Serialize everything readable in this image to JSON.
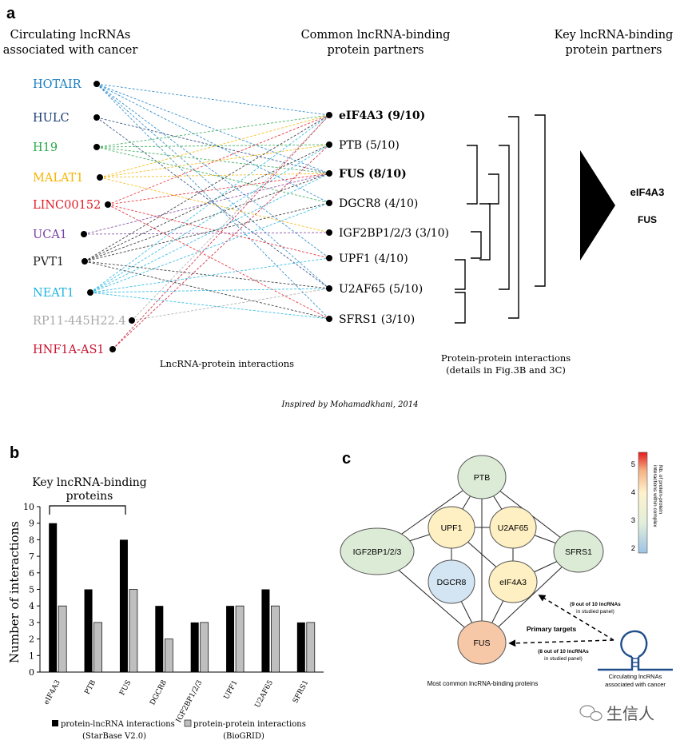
{
  "panel_a": {
    "letter": "a",
    "col_left_title": [
      "Circulating lncRNAs",
      "associated with cancer"
    ],
    "col_mid_title": [
      "Common lncRNA-binding",
      "protein partners"
    ],
    "col_right_title": [
      "Key lncRNA-binding",
      "protein partners"
    ],
    "lncrnas": [
      {
        "id": "HOTAIR",
        "label": "HOTAIR",
        "color": "#1a7fc4"
      },
      {
        "id": "HULC",
        "label": "HULC",
        "color": "#1b3c73"
      },
      {
        "id": "H19",
        "label": "H19",
        "color": "#2aa84a"
      },
      {
        "id": "MALAT1",
        "label": "MALAT1",
        "color": "#f5b400"
      },
      {
        "id": "LINC00152",
        "label": "LINC00152",
        "color": "#e31b23"
      },
      {
        "id": "UCA1",
        "label": "UCA1",
        "color": "#7b3fa0"
      },
      {
        "id": "PVT1",
        "label": "PVT1",
        "color": "#222222"
      },
      {
        "id": "NEAT1",
        "label": "NEAT1",
        "color": "#1cb5e0"
      },
      {
        "id": "RP11",
        "label": "RP11-445H22.4",
        "color": "#a8a8a8"
      },
      {
        "id": "HNF1A",
        "label": "HNF1A-AS1",
        "color": "#c8102e"
      }
    ],
    "proteins": [
      {
        "id": "eIF4A3",
        "label": "eIF4A3 (9/10)",
        "bold": true
      },
      {
        "id": "PTB",
        "label": "PTB (5/10)",
        "bold": false
      },
      {
        "id": "FUS",
        "label": "FUS (8/10)",
        "bold": true
      },
      {
        "id": "DGCR8",
        "label": "DGCR8 (4/10)",
        "bold": false
      },
      {
        "id": "IGF2BP",
        "label": "IGF2BP1/2/3 (3/10)",
        "bold": false
      },
      {
        "id": "UPF1",
        "label": "UPF1 (4/10)",
        "bold": false
      },
      {
        "id": "U2AF65",
        "label": "U2AF65 (5/10)",
        "bold": false
      },
      {
        "id": "SFRS1",
        "label": "SFRS1 (3/10)",
        "bold": false
      }
    ],
    "interactions": [
      [
        "HOTAIR",
        "eIF4A3"
      ],
      [
        "HOTAIR",
        "FUS"
      ],
      [
        "HOTAIR",
        "DGCR8"
      ],
      [
        "HOTAIR",
        "UPF1"
      ],
      [
        "HOTAIR",
        "U2AF65"
      ],
      [
        "HOTAIR",
        "SFRS1"
      ],
      [
        "HULC",
        "FUS"
      ],
      [
        "HULC",
        "U2AF65"
      ],
      [
        "H19",
        "eIF4A3"
      ],
      [
        "H19",
        "PTB"
      ],
      [
        "H19",
        "FUS"
      ],
      [
        "H19",
        "DGCR8"
      ],
      [
        "MALAT1",
        "eIF4A3"
      ],
      [
        "MALAT1",
        "PTB"
      ],
      [
        "MALAT1",
        "FUS"
      ],
      [
        "MALAT1",
        "IGF2BP"
      ],
      [
        "LINC00152",
        "eIF4A3"
      ],
      [
        "LINC00152",
        "FUS"
      ],
      [
        "LINC00152",
        "UPF1"
      ],
      [
        "LINC00152",
        "SFRS1"
      ],
      [
        "UCA1",
        "FUS"
      ],
      [
        "UCA1",
        "IGF2BP"
      ],
      [
        "PVT1",
        "eIF4A3"
      ],
      [
        "PVT1",
        "PTB"
      ],
      [
        "PVT1",
        "FUS"
      ],
      [
        "PVT1",
        "DGCR8"
      ],
      [
        "PVT1",
        "U2AF65"
      ],
      [
        "PVT1",
        "SFRS1"
      ],
      [
        "NEAT1",
        "eIF4A3"
      ],
      [
        "NEAT1",
        "PTB"
      ],
      [
        "NEAT1",
        "FUS"
      ],
      [
        "NEAT1",
        "DGCR8"
      ],
      [
        "NEAT1",
        "UPF1"
      ],
      [
        "NEAT1",
        "U2AF65"
      ],
      [
        "NEAT1",
        "SFRS1"
      ],
      [
        "RP11",
        "eIF4A3"
      ],
      [
        "RP11",
        "U2AF65"
      ],
      [
        "HNF1A",
        "eIF4A3"
      ],
      [
        "HNF1A",
        "PTB"
      ]
    ],
    "lnc_protein_caption": "LncRNA-protein interactions",
    "ppi_caption": [
      "Protein-protein interactions",
      "(details in Fig.3B and 3C)"
    ],
    "key_proteins": [
      "eIF4A3",
      "FUS"
    ],
    "credit": "Inspired by Mohamadkhani, 2014"
  },
  "chart_data": {
    "type": "bar",
    "categories": [
      "eIF4A3",
      "PTB",
      "FUS",
      "DGCR8",
      "IGF2BP1/2/3",
      "UPF1",
      "U2AF65",
      "SFRS1"
    ],
    "series": [
      {
        "name": "protein-lncRNA interactions",
        "source": "(StarBase V2.0)",
        "color": "#000000",
        "values": [
          9,
          5,
          8,
          4,
          3,
          4,
          5,
          3
        ]
      },
      {
        "name": "protein-protein interactions",
        "source": "(BioGRID)",
        "color": "#bfbfbf",
        "values": [
          4,
          3,
          5,
          2,
          3,
          4,
          4,
          3
        ]
      }
    ],
    "title": "",
    "ylabel": "Number of interactions",
    "xlabel": "",
    "ylim": [
      0,
      10
    ],
    "yticks": [
      0,
      1,
      2,
      3,
      4,
      5,
      6,
      7,
      8,
      9,
      10
    ],
    "grid": false,
    "legend": "bottom",
    "annotation": [
      "Key lncRNA-binding",
      "proteins"
    ]
  },
  "panel_b": {
    "letter": "b"
  },
  "panel_c": {
    "letter": "c",
    "nodes": [
      {
        "id": "PTB",
        "label": "PTB",
        "value": 3.3,
        "color": "#dcebd6"
      },
      {
        "id": "UPF1",
        "label": "UPF1",
        "value": 4.0,
        "color": "#fef0c2"
      },
      {
        "id": "U2AF65",
        "label": "U2AF65",
        "value": 4.0,
        "color": "#fef0c2"
      },
      {
        "id": "IGF2BP",
        "label": "IGF2BP1/2/3",
        "value": 3.3,
        "color": "#dcebd6"
      },
      {
        "id": "SFRS1",
        "label": "SFRS1",
        "value": 3.3,
        "color": "#dcebd6"
      },
      {
        "id": "DGCR8",
        "label": "DGCR8",
        "value": 2.0,
        "color": "#d3e4f2"
      },
      {
        "id": "eIF4A3",
        "label": "eIF4A3",
        "value": 4.0,
        "color": "#fef0c2"
      },
      {
        "id": "FUS",
        "label": "FUS",
        "value": 5.0,
        "color": "#f6c8a8"
      }
    ],
    "edges": [
      [
        "PTB",
        "UPF1"
      ],
      [
        "PTB",
        "U2AF65"
      ],
      [
        "PTB",
        "IGF2BP"
      ],
      [
        "PTB",
        "SFRS1"
      ],
      [
        "PTB",
        "FUS"
      ],
      [
        "UPF1",
        "U2AF65"
      ],
      [
        "UPF1",
        "DGCR8"
      ],
      [
        "UPF1",
        "eIF4A3"
      ],
      [
        "UPF1",
        "IGF2BP"
      ],
      [
        "U2AF65",
        "eIF4A3"
      ],
      [
        "U2AF65",
        "SFRS1"
      ],
      [
        "IGF2BP",
        "FUS"
      ],
      [
        "SFRS1",
        "eIF4A3"
      ],
      [
        "SFRS1",
        "FUS"
      ],
      [
        "eIF4A3",
        "FUS"
      ],
      [
        "DGCR8",
        "FUS"
      ]
    ],
    "colorbar": {
      "ticks": [
        2,
        3,
        4,
        5
      ],
      "label": [
        "Nb. of protein-protein",
        "interactions within complex"
      ],
      "colors": [
        "#9dc3e6",
        "#e2efda",
        "#fff2cc",
        "#f4b183",
        "#e41a1c"
      ]
    },
    "primary_targets": "Primary targets",
    "note_eIF4A3": [
      "(9 out of 10 lncRNAs",
      "in studied panel)"
    ],
    "note_FUS": [
      "(8 out of 10 lncRNAs",
      "in studied panel)"
    ],
    "lncrna_caption": [
      "Circulating lncRNAs",
      "associated with cancer"
    ],
    "bottom_caption": "Most common lncRNA-binding proteins",
    "watermark": "生信人"
  }
}
